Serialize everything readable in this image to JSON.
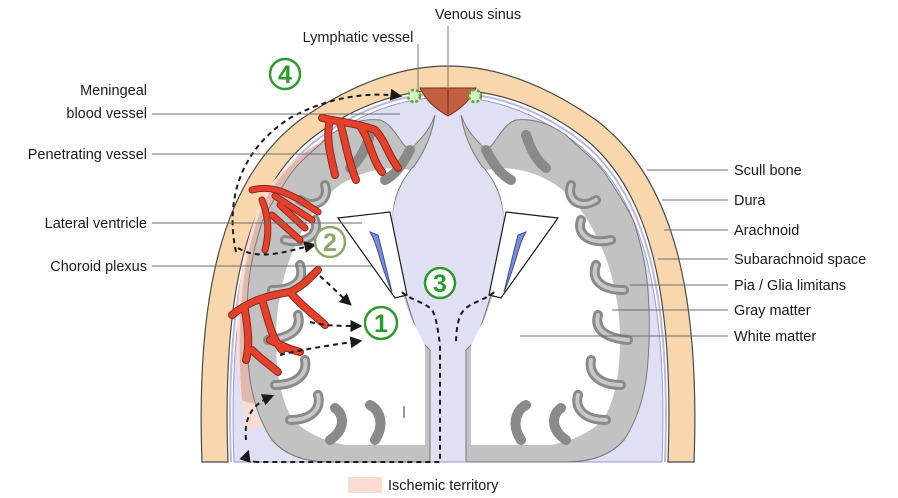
{
  "labels": {
    "venous_sinus": "Venous sinus",
    "lymphatic_vessel": "Lymphatic vessel",
    "meningeal_line1": "Meningeal",
    "meningeal_line2": "blood vessel",
    "penetrating_vessel": "Penetrating vessel",
    "lateral_ventricle": "Lateral ventricle",
    "choroid_plexus": "Choroid plexus",
    "scull_bone": "Scull bone",
    "dura": "Dura",
    "arachnoid": "Arachnoid",
    "subarachnoid_space": "Subarachnoid space",
    "pia_glia": "Pia / Glia limitans",
    "gray_matter": "Gray matter",
    "white_matter": "White matter"
  },
  "markers": [
    "1",
    "2",
    "3",
    "4"
  ],
  "legend": {
    "label": "Ischemic territory",
    "color": "#fbdcd2"
  },
  "colors": {
    "bone": "#f8d7ad",
    "bone_outline": "#4a4a4a",
    "subarachnoid": "#e0e0f4",
    "gray_matter": "#c2c2c2",
    "white_matter": "#ffffff",
    "vessel": "#e5402c",
    "sinus": "#c0603f",
    "lymphatic": "#8fc46a",
    "ventricle": "#7b8fd0",
    "marker": "#2e9a2e",
    "ischemic": "#fbdcd2",
    "infarct_core": "#c79f8f"
  }
}
